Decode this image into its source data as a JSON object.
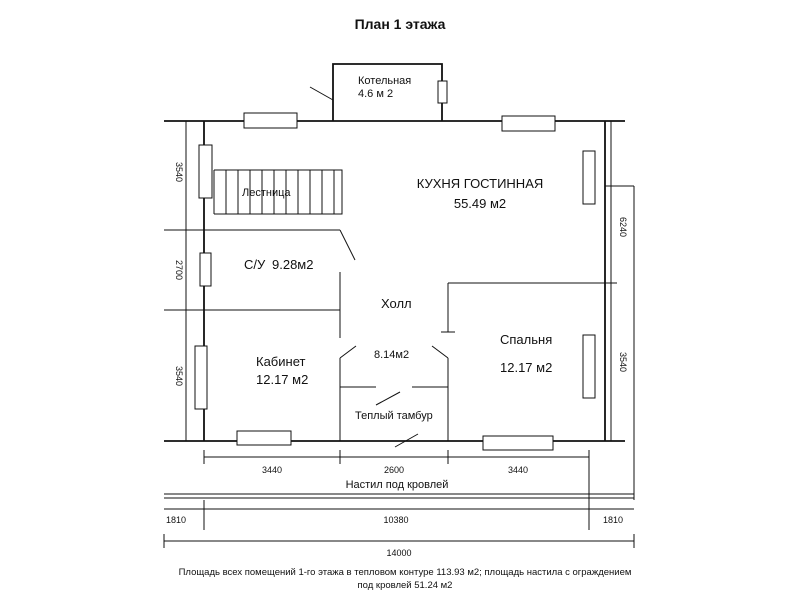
{
  "title": "План 1 этажа",
  "rooms": {
    "boiler": {
      "name": "Котельная",
      "area": "4.6 м 2"
    },
    "kitchen": {
      "name": "КУХНЯ ГОСТИННАЯ",
      "area": "55.49 м2"
    },
    "stairs": {
      "name": "Лестница"
    },
    "bath": {
      "name": "С/У",
      "area": "9.28м2"
    },
    "hall": {
      "name": "Холл",
      "area": "8.14м2"
    },
    "bedroom": {
      "name": "Спальня",
      "area": "12.17 м2"
    },
    "office": {
      "name": "Кабинет",
      "area": "12.17 м2"
    },
    "vestibule": {
      "name": "Теплый тамбур"
    },
    "canopy": {
      "name": "Настил под кровлей"
    }
  },
  "dimensions": {
    "left_top": "3540",
    "left_mid": "2700",
    "left_bottom": "3540",
    "right_top": "6240",
    "right_bottom": "3540",
    "bottom_left": "3440",
    "bottom_mid": "2600",
    "bottom_right": "3440",
    "outer_left": "1810",
    "inner_total": "10380",
    "outer_right": "1810",
    "total": "14000"
  },
  "footer": "Площадь всех помещений 1-го этажа в тепловом контуре 113.93 м2; площадь настила с ограждением под кровлей 51.24 м2"
}
